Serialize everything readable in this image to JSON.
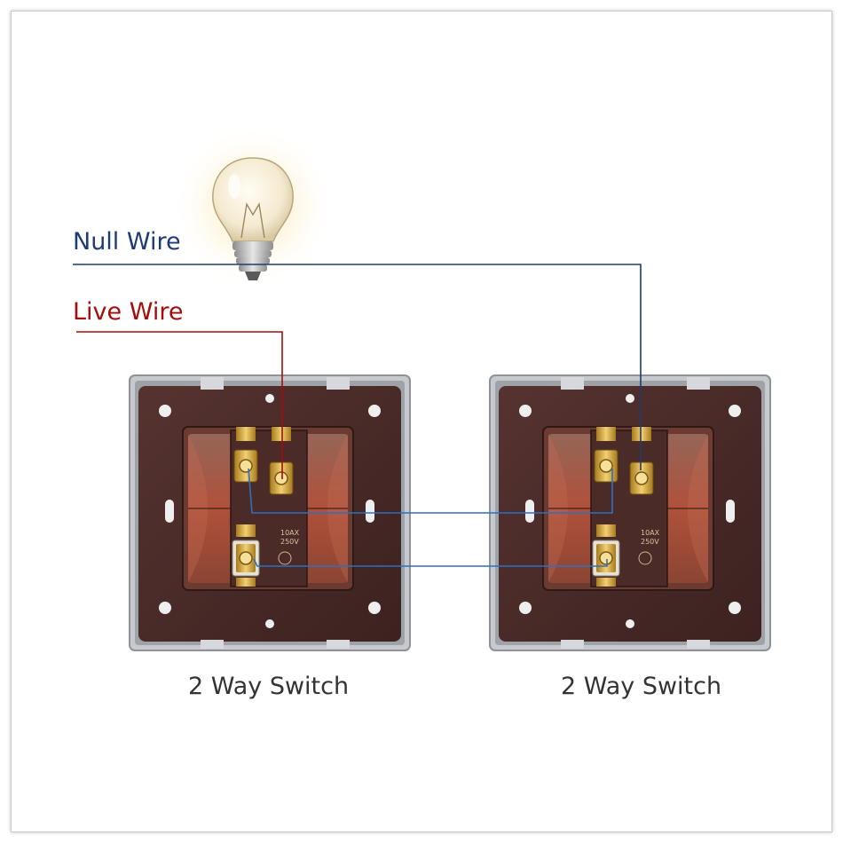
{
  "labels": {
    "null_wire": "Null Wire",
    "live_wire": "Live Wire"
  },
  "switches": [
    {
      "caption": "2 Way Switch",
      "rating_1": "10AX",
      "rating_2": "250V"
    },
    {
      "caption": "2 Way Switch",
      "rating_1": "10AX",
      "rating_2": "250V"
    }
  ],
  "colors": {
    "null_wire": "#1f3b73",
    "live_wire": "#a50d0d",
    "traveler_wire": "#2f6fc0",
    "switch_body": "#4a2a26",
    "switch_frame": "#b9bcc0"
  },
  "icons": [
    "light-bulb-icon",
    "screw-terminal-icon",
    "mounting-hole-icon"
  ]
}
